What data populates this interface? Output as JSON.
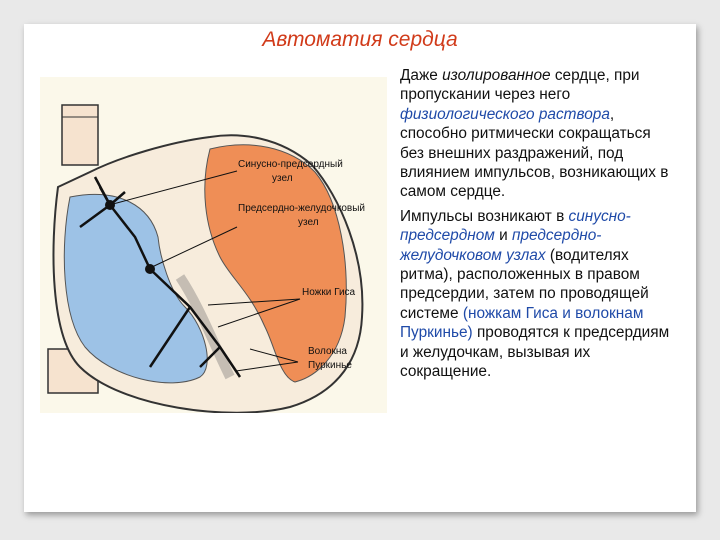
{
  "slide": {
    "title": "Автоматия сердца",
    "figure": {
      "labels": {
        "sa_node_line1": "Синусно-предсердный",
        "sa_node_line2": "узел",
        "av_node_line1": "Предсердно-желудочковый",
        "av_node_line2": "узел",
        "his_bundle": "Ножки Гиса",
        "purkinje_line1": "Волокна",
        "purkinje_line2": "Пуркинье"
      },
      "colors": {
        "blue_region": "#9dc2e6",
        "orange_region": "#ef8e56",
        "conduction": "#111111"
      }
    },
    "paragraph1": {
      "t1": "Даже ",
      "t2": "изолированное",
      "t3": " сердце, при пропускании через него ",
      "t4": "физиологического раствора",
      "t5": ", способно ритмически сокращаться без внешних раздражений, под влиянием импульсов, возникающих в самом сердце."
    },
    "paragraph2": {
      "t1": "Импульсы возникают в ",
      "t2": "синусно-предсердном",
      "t3": " и ",
      "t4": "предсердно-желудочковом узлах",
      "t5": " (водителях ритма), расположенных в правом предсердии, затем по проводящей системе ",
      "t6": "(ножкам Гиса и волокнам Пуркинье)",
      "t7": " проводятся к предсердиям и желудочкам, вызывая их сокращение."
    }
  }
}
